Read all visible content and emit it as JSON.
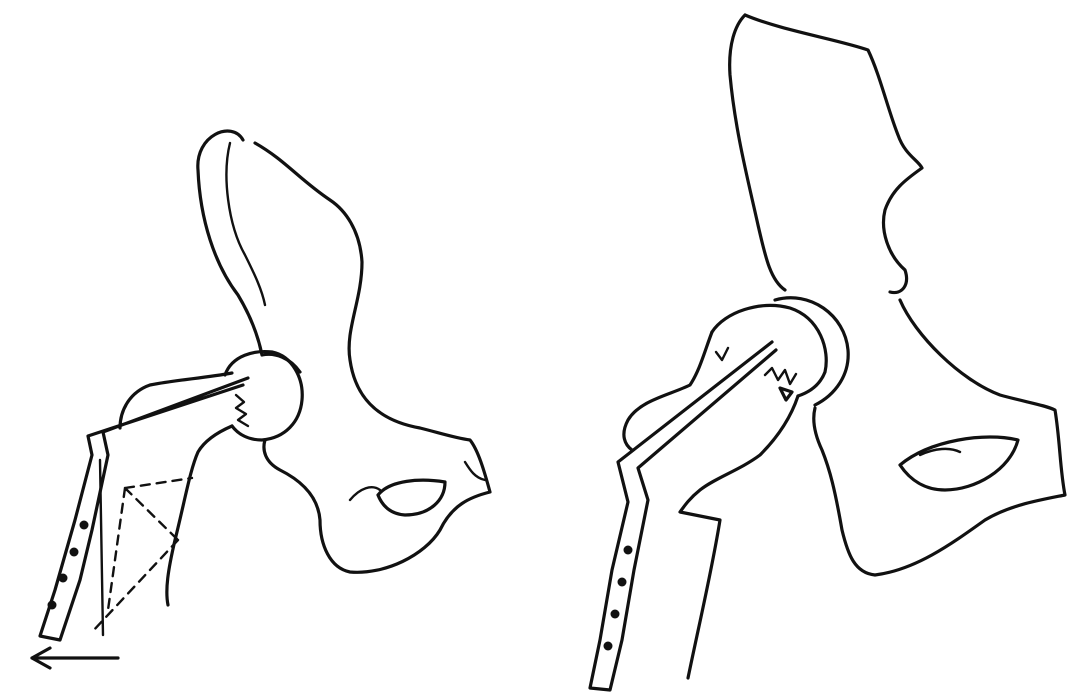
{
  "figure": {
    "panels": [
      {
        "id": "left",
        "subject": "proximal-femur-and-pelvis-with-angled-blade-plate-and-osteotomy-wedge",
        "arrow": "left"
      },
      {
        "id": "right",
        "subject": "proximal-femur-and-pelvis-with-angled-blade-plate-after-correction"
      }
    ]
  },
  "colors": {
    "ink": "#111111",
    "background": "#ffffff"
  }
}
